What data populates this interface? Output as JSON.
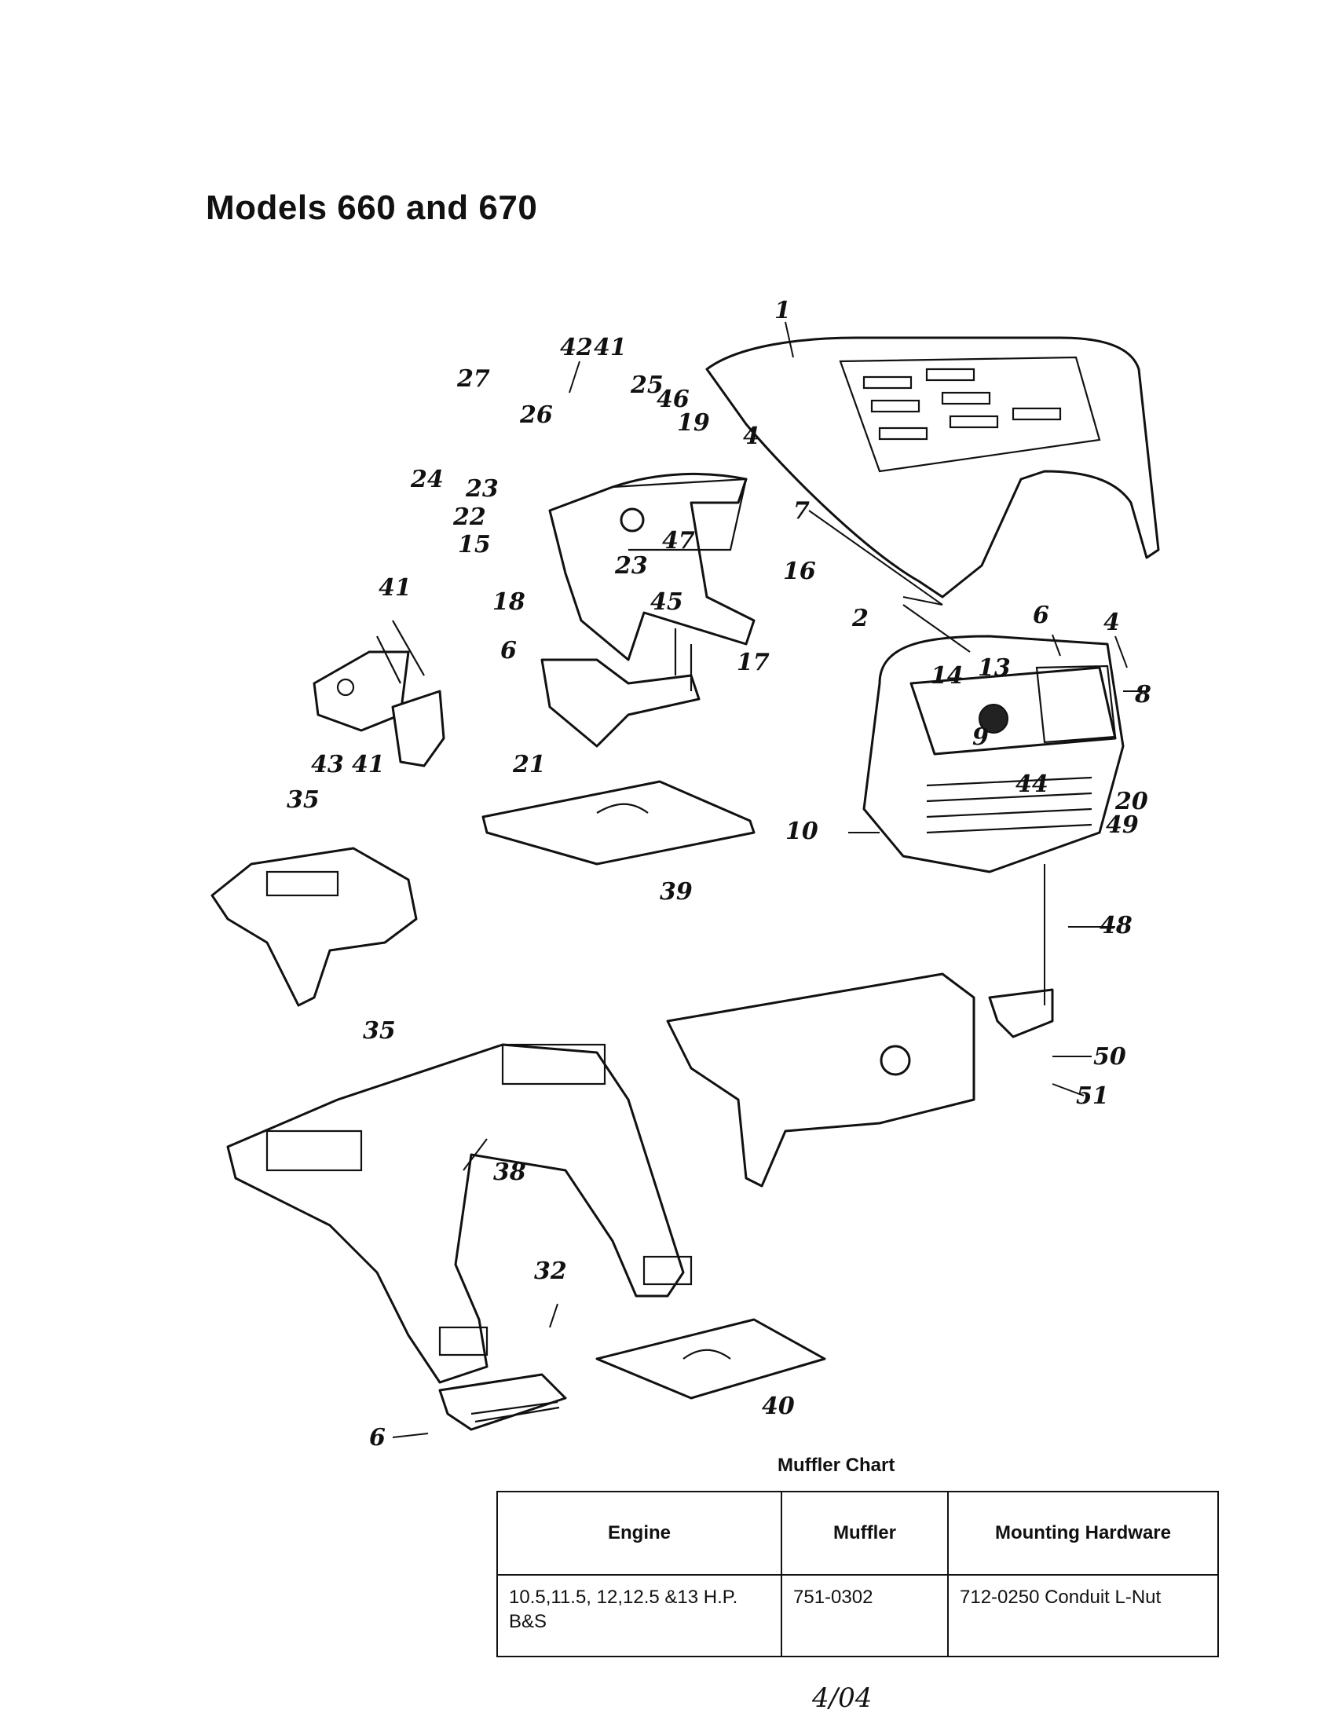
{
  "title": "Models 660 and 670",
  "callouts": [
    "1",
    "42",
    "41",
    "27",
    "25",
    "46",
    "26",
    "19",
    "4",
    "24",
    "23",
    "7",
    "22",
    "15",
    "23",
    "47",
    "16",
    "41",
    "18",
    "45",
    "2",
    "6",
    "6",
    "4",
    "13",
    "14",
    "8",
    "17",
    "9",
    "21",
    "43",
    "41",
    "44",
    "35",
    "20",
    "49",
    "10",
    "39",
    "48",
    "35",
    "50",
    "51",
    "38",
    "32",
    "40",
    "6"
  ],
  "muffler_chart": {
    "caption": "Muffler Chart",
    "headers": {
      "engine": "Engine",
      "muffler": "Muffler",
      "hardware": "Mounting Hardware"
    },
    "rows": [
      {
        "engine": "10.5,11.5, 12,12.5 &13 H.P. B&S",
        "muffler": "751-0302",
        "hardware": "712-0250 Conduit L-Nut"
      }
    ]
  },
  "footer": {
    "date": "4/04"
  }
}
